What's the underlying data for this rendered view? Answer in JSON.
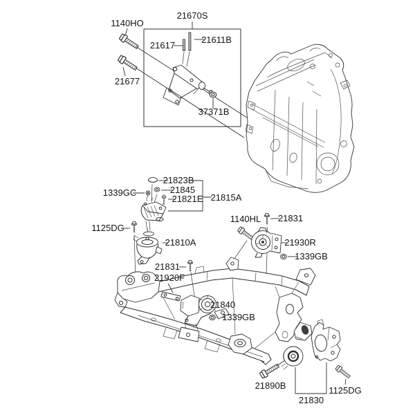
{
  "diagram": {
    "kind": "exploded-parts-diagram",
    "description": "Engine and transaxle mounting exploded parts diagram with engine, mounting brackets and front subframe",
    "background": "#ffffff",
    "line_color": "#2e2e2e",
    "text_color": "#141414"
  },
  "labels": {
    "l1140HO": "1140HO",
    "l21670S": "21670S",
    "l21617": "21617",
    "l21611B": "21611B",
    "l21677": "21677",
    "l37371B": "37371B",
    "l21823B": "21823B",
    "l1339GC": "1339GC",
    "l21845": "21845",
    "l21821E": "21821E",
    "l21815A": "21815A",
    "l1125DG": "1125DG",
    "l21810A": "21810A",
    "l21831": "21831",
    "l21920F": "21920F",
    "l1140HL": "1140HL",
    "l21930R": "21930R",
    "l1339GB": "1339GB",
    "l21840": "21840",
    "l21890B": "21890B",
    "l21830": "21830"
  },
  "callouts": [
    {
      "part_number": "1140HO",
      "icon": "hex-flange-bolt"
    },
    {
      "part_number": "21670S",
      "icon": "boxed-bracket-assembly"
    },
    {
      "part_number": "21617",
      "icon": "threaded-stud"
    },
    {
      "part_number": "21611B",
      "icon": "threaded-stud"
    },
    {
      "part_number": "21677",
      "icon": "hex-flange-bolt"
    },
    {
      "part_number": "37371B",
      "icon": "hex-nut"
    },
    {
      "part_number": "21823B",
      "icon": "cap"
    },
    {
      "part_number": "1339GC",
      "icon": "ball-stopper"
    },
    {
      "part_number": "21845",
      "icon": "hex-nut"
    },
    {
      "part_number": "21821E",
      "icon": "small-bolt"
    },
    {
      "part_number": "21815A",
      "icon": "mounting-bracket-assembly"
    },
    {
      "part_number": "1125DG",
      "icon": "small-bolt"
    },
    {
      "part_number": "21810A",
      "icon": "engine-mount-insulator"
    },
    {
      "part_number": "21831",
      "icon": "small-bolt"
    },
    {
      "part_number": "21920F",
      "icon": "stay-bar"
    },
    {
      "part_number": "1140HL",
      "icon": "hex-flange-bolt"
    },
    {
      "part_number": "21930R",
      "icon": "transaxle-mount-insulator"
    },
    {
      "part_number": "1339GB",
      "icon": "hex-nut"
    },
    {
      "part_number": "21840",
      "icon": "front-roll-stopper-mount"
    },
    {
      "part_number": "21890B",
      "icon": "hex-flange-bolt"
    },
    {
      "part_number": "21830",
      "icon": "rear-roll-stopper-assembly"
    }
  ]
}
